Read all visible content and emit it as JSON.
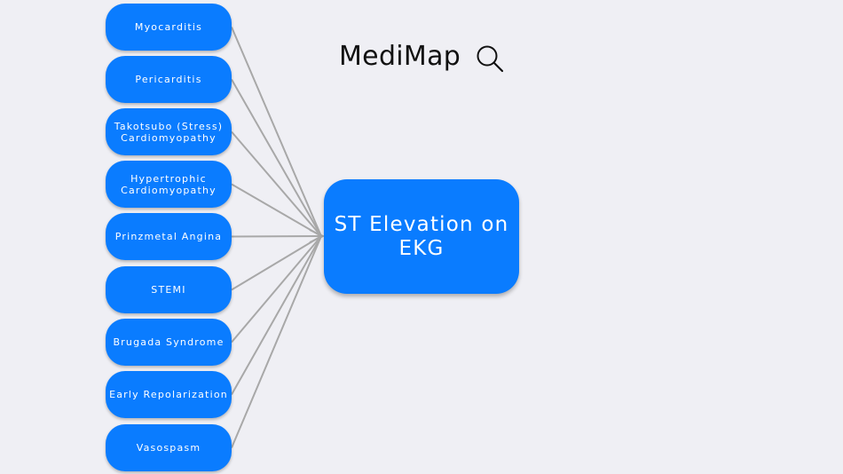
{
  "header": {
    "app_title": "MediMap",
    "search_icon": "search-icon"
  },
  "causes": [
    {
      "label": "Myocarditis"
    },
    {
      "label": "Pericarditis"
    },
    {
      "label": "Takotsubo (Stress)\nCardiomyopathy"
    },
    {
      "label": "Hypertrophic\nCardiomyopathy"
    },
    {
      "label": "Prinzmetal Angina"
    },
    {
      "label": "STEMI"
    },
    {
      "label": "Brugada Syndrome"
    },
    {
      "label": "Early Repolarization"
    },
    {
      "label": "Vasospasm"
    }
  ],
  "target": {
    "label": "ST Elevation on\nEKG"
  },
  "colors": {
    "background": "#efeff4",
    "node_fill": "#0a7cff",
    "node_text": "#ffffff",
    "connector": "#a8a8a8"
  }
}
